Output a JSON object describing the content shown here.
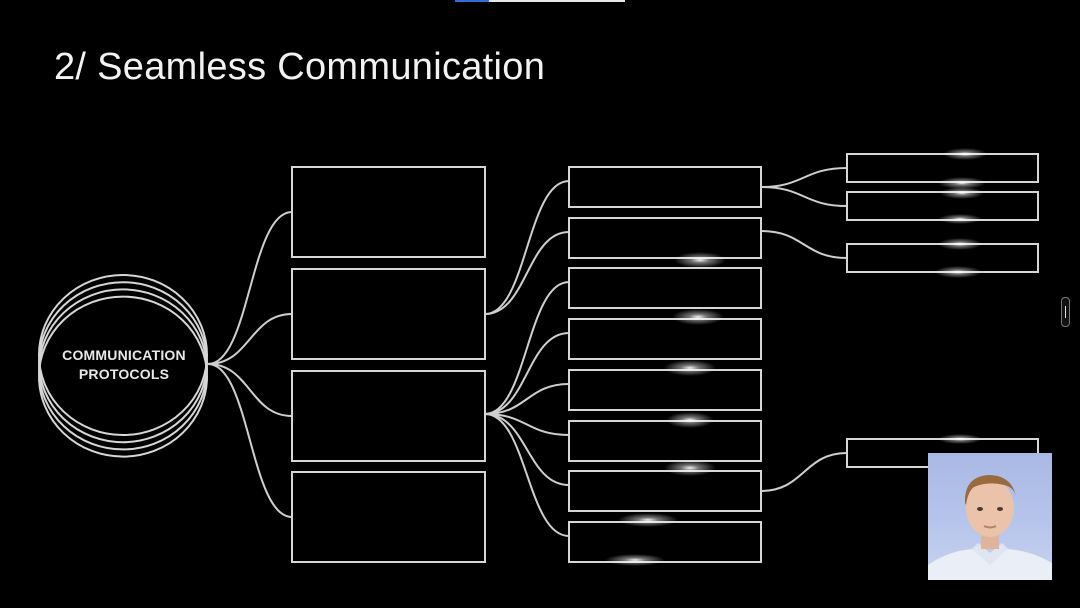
{
  "slide": {
    "title": "2/ Seamless Communication",
    "progress_fraction": 0.2
  },
  "diagram": {
    "hub": {
      "label_line1": "COMMUNICATION",
      "label_line2": "PROTOCOLS"
    },
    "colors": {
      "background": "#000000",
      "stroke": "#d9d9d9",
      "glow": "#ffffff"
    }
  },
  "webcam": {
    "background": "#b3c2ea",
    "icon": "presenter-video-feed"
  },
  "scroll_handle": {
    "icon": "scroll-handle-icon"
  }
}
